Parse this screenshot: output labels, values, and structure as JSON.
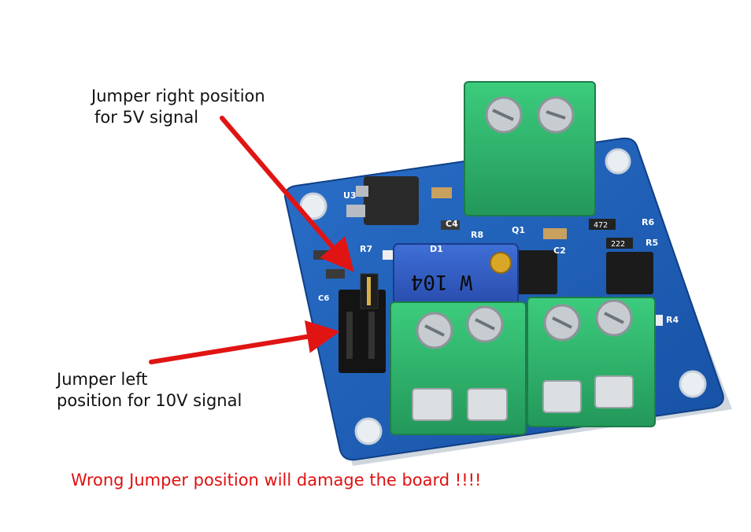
{
  "captions": {
    "jumper_right": {
      "line1": "Jumper right position",
      "line2": "for 5V signal"
    },
    "jumper_left": {
      "line1": "Jumper left",
      "line2": "position for 10V signal"
    }
  },
  "warning": "Wrong Jumper position will damage the board !!!!",
  "board": {
    "silkscreen": [
      "U3",
      "R7",
      "C4",
      "R8",
      "D1",
      "Q1",
      "C2",
      "R6",
      "R5",
      "R4",
      "C6"
    ],
    "trimpot_marking": "W 104",
    "resistor_code": "472",
    "resistor_code_2": "222"
  },
  "colors": {
    "arrow": "#e11414",
    "pcb": "#1a5db4",
    "terminal": "#2fb46a",
    "warning_text": "#e01010"
  }
}
